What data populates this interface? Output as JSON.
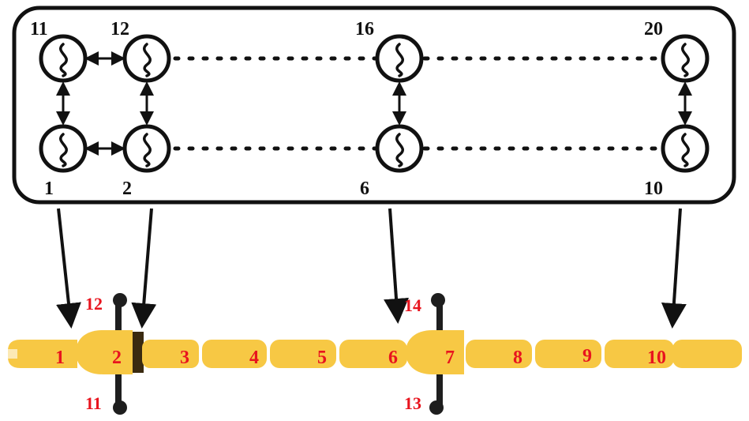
{
  "oscillator_network": {
    "top_row": [
      "11",
      "12",
      "16",
      "20"
    ],
    "bottom_row": [
      "1",
      "2",
      "6",
      "10"
    ]
  },
  "robot": {
    "segments": [
      "1",
      "2",
      "3",
      "4",
      "5",
      "6",
      "7",
      "8",
      "9",
      "10"
    ],
    "legs": [
      "12",
      "11",
      "14",
      "13"
    ]
  },
  "colors": {
    "segment_fill": "#f7c844",
    "segment_shadow": "#e3b436",
    "label_red": "#e8141e",
    "line_black": "#111111",
    "leg_dark": "#1e1e1e"
  }
}
